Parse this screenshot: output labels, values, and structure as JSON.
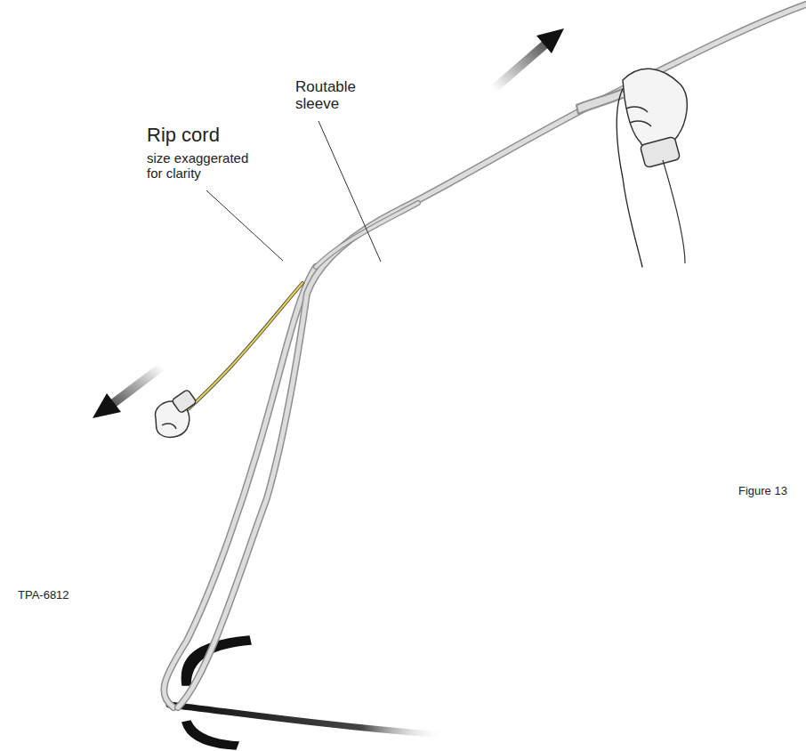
{
  "diagram": {
    "labels": [
      "Routable sleeve",
      "Rip cord",
      "size exaggerated for clarity",
      "Figure 13",
      "TPA-6812"
    ]
  }
}
